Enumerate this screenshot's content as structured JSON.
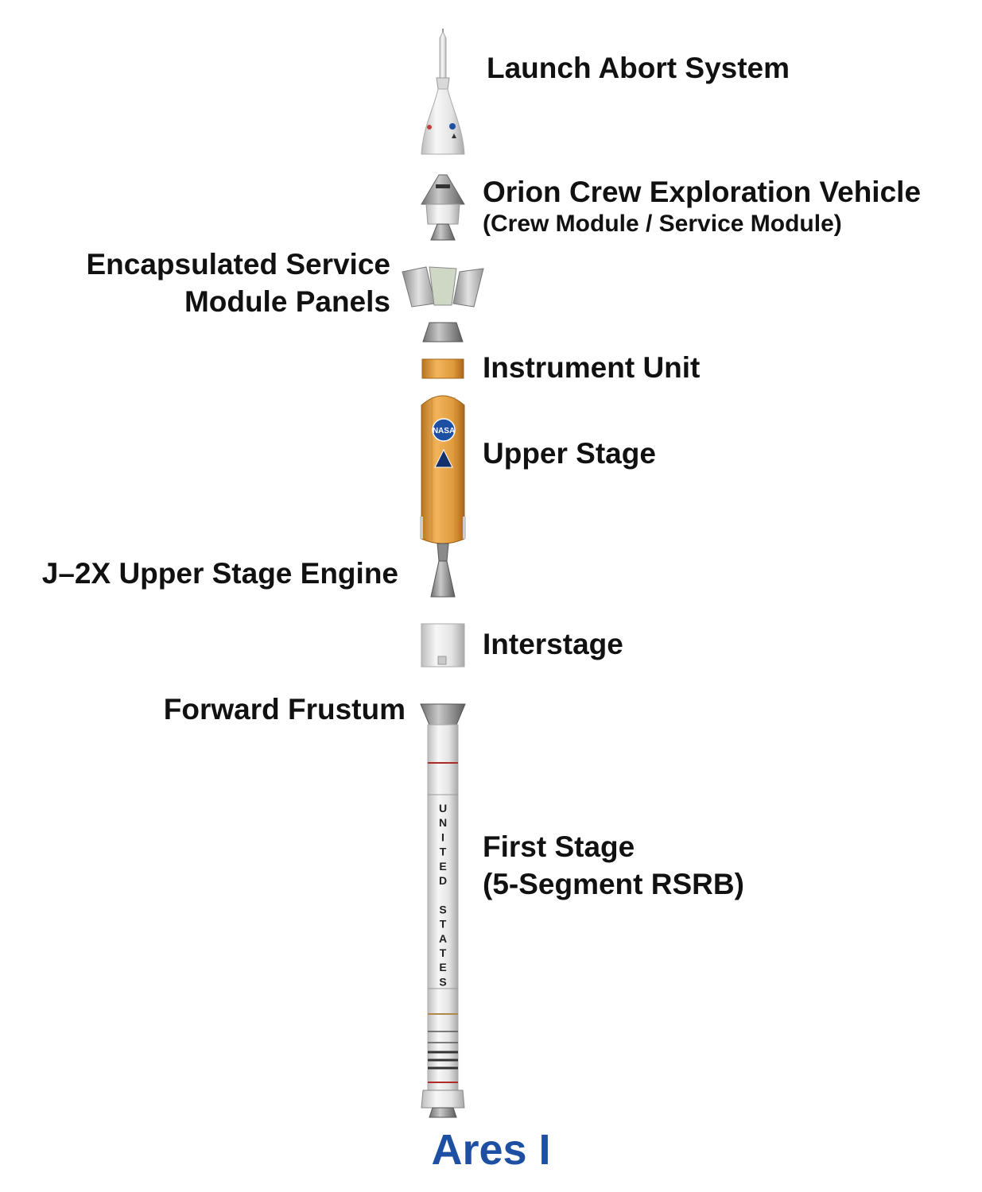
{
  "labels": {
    "launch_abort_system": "Launch Abort System",
    "orion_title": "Orion Crew Exploration Vehicle",
    "orion_sub": "(Crew Module / Service Module)",
    "encapsulated_line1": "Encapsulated Service",
    "encapsulated_line2": "Module Panels",
    "instrument_unit": "Instrument Unit",
    "upper_stage": "Upper Stage",
    "j2x_engine": "J–2X Upper Stage Engine",
    "interstage": "Interstage",
    "forward_frustum": "Forward Frustum",
    "first_stage_line1": "First Stage",
    "first_stage_line2": "(5-Segment RSRB)"
  },
  "markings": {
    "upper_stage_logo": "NASA",
    "first_stage_vertical": [
      "U",
      "N",
      "I",
      "T",
      "E",
      "D",
      "",
      "S",
      "T",
      "A",
      "T",
      "E",
      "S"
    ]
  },
  "title": "Ares I",
  "colors": {
    "title": "#1d4fa3",
    "upper_stage": "#e3a040",
    "stage_white": "#e9e9e9"
  }
}
